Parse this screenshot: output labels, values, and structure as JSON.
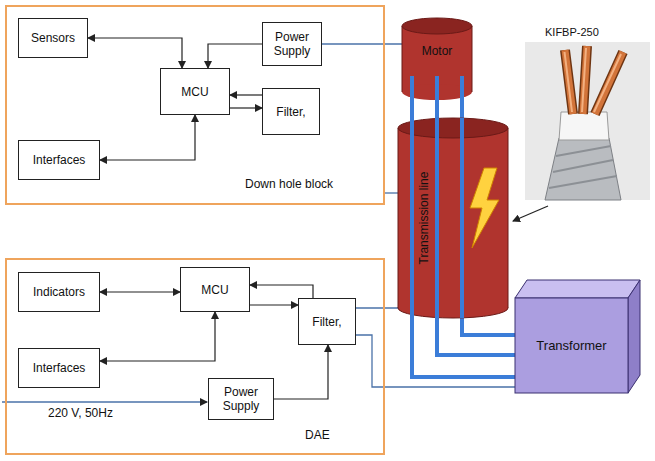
{
  "diagram": {
    "nodes": [
      {
        "text": [
          "Down hole block"
        ]
      },
      {
        "text": [
          "Sensors"
        ],
        "in": 0
      },
      {
        "text": [
          "MCU"
        ],
        "in": 0
      },
      {
        "text": [
          "Power Supply"
        ],
        "in": 0
      },
      {
        "text": [
          "Filter,"
        ],
        "in": 0
      },
      {
        "text": [
          "Interfaces"
        ],
        "in": 0
      },
      {
        "text": [
          "DAE"
        ]
      },
      {
        "text": [
          "Indicators"
        ],
        "in": 6
      },
      {
        "text": [
          "MCU"
        ],
        "in": 6
      },
      {
        "text": [
          "Filter,"
        ],
        "in": 6
      },
      {
        "text": [
          "Interfaces"
        ],
        "in": 6
      },
      {
        "text": [
          "Power Supply"
        ],
        "in": 6
      },
      {
        "text": [
          "Motor"
        ]
      },
      {
        "text": [
          "Transmission line"
        ]
      },
      {
        "text": [
          "Transformer"
        ]
      }
    ],
    "edges": [
      {
        "from": 1,
        "to": 2,
        "arrow": "both"
      },
      {
        "from": 3,
        "to": 2,
        "arrow": "to"
      },
      {
        "from": 4,
        "to": 2,
        "arrow": "to"
      },
      {
        "from": 2,
        "to": 4,
        "arrow": "to"
      },
      {
        "from": 5,
        "to": 2,
        "arrow": "both"
      },
      {
        "from": 3,
        "to": 12,
        "arrow": "none"
      },
      {
        "from": 0,
        "to": 13,
        "arrow": "none"
      },
      {
        "from": 7,
        "to": 8,
        "arrow": "both"
      },
      {
        "from": 10,
        "to": 8,
        "arrow": "both"
      },
      {
        "from": 8,
        "to": 9,
        "arrow": "to"
      },
      {
        "from": 9,
        "to": 8,
        "arrow": "to"
      },
      {
        "from": 11,
        "to": 9,
        "arrow": "to"
      },
      {
        "from": 9,
        "to": 13,
        "arrow": "none"
      },
      {
        "from": 9,
        "to": 14,
        "arrow": "none"
      },
      {
        "from": 12,
        "to": 13,
        "arrow": "none"
      },
      {
        "from": 13,
        "to": 14,
        "arrow": "none"
      }
    ],
    "labels": [
      "KIFBP-250",
      "220 V, 50Hz"
    ]
  }
}
